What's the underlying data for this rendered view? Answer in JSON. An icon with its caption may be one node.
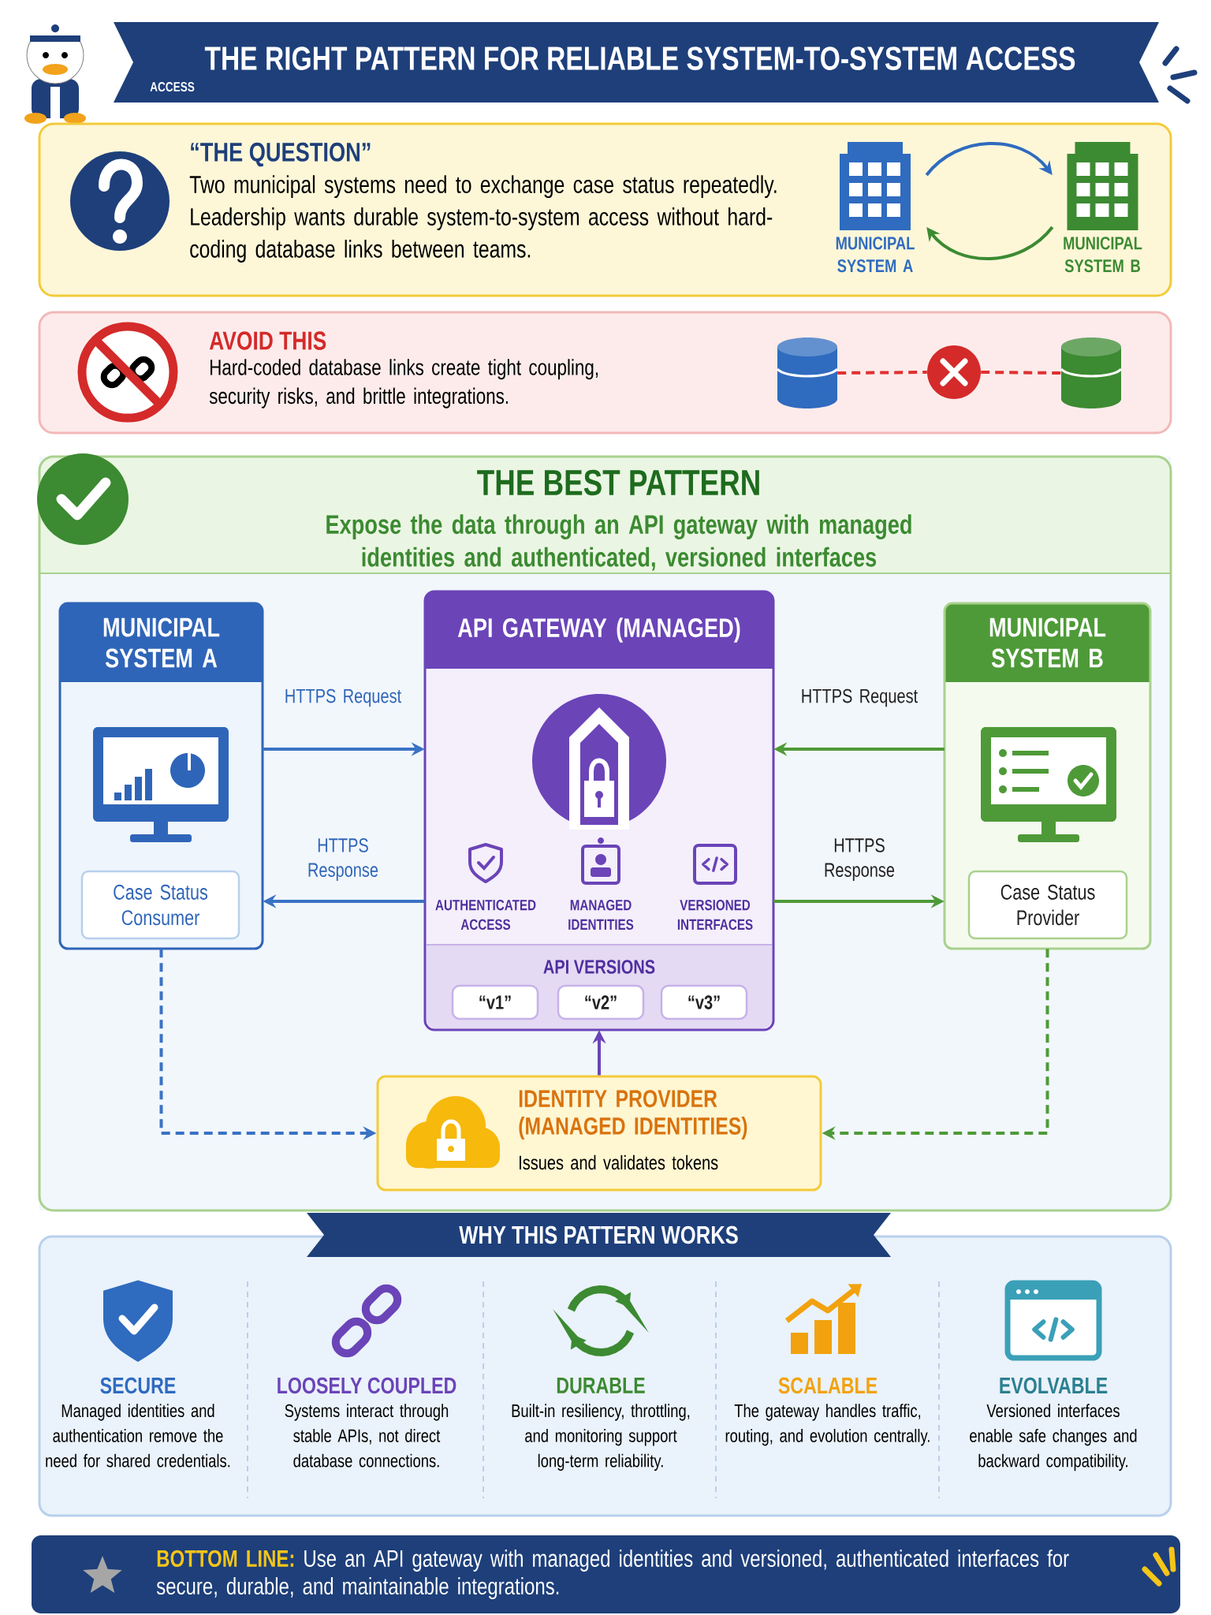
{
  "diagram": {
    "nodes": [
      {
        "text": [
          "THE RIGHT PATTERN FOR RELIABLE SYSTEM-TO-SYSTEM ACCESS"
        ]
      },
      {
        "text": [
          "“THE QUESTION”",
          "Two municipal systems need to exchange case status repeatedly. Leadership wants durable system-to-system access without hard-coding database links between teams."
        ]
      },
      {
        "text": [
          "MUNICIPAL SYSTEM A"
        ],
        "in": 1
      },
      {
        "text": [
          "MUNICIPAL SYSTEM B"
        ],
        "in": 1
      },
      {
        "text": [
          "AVOID THIS",
          "Hard-coded database links create tight coupling, security risks, and brittle integrations."
        ]
      },
      {
        "text": [],
        "shape": "cylinder",
        "in": 4
      },
      {
        "text": [],
        "shape": "circle",
        "in": 4
      },
      {
        "text": [],
        "shape": "cylinder",
        "in": 4
      },
      {
        "text": [
          "THE BEST PATTERN",
          "Expose the data through an API gateway with managed identities and authenticated, versioned interfaces"
        ]
      },
      {
        "text": [
          "MUNICIPAL SYSTEM A"
        ],
        "in": 8
      },
      {
        "text": [
          "Case Status Consumer"
        ],
        "in": 9
      },
      {
        "text": [
          "API GATEWAY (MANAGED)"
        ],
        "in": 8
      },
      {
        "text": [
          "API VERSIONS"
        ],
        "in": 11
      },
      {
        "text": [
          "“v1”"
        ],
        "in": 12
      },
      {
        "text": [
          "“v2”"
        ],
        "in": 12
      },
      {
        "text": [
          "“v3”"
        ],
        "in": 12
      },
      {
        "text": [
          "MUNICIPAL SYSTEM B"
        ],
        "in": 8
      },
      {
        "text": [
          "Case Status Provider"
        ],
        "in": 16
      },
      {
        "text": [
          "IDENTITY PROVIDER (MANAGED IDENTITIES)",
          "Issues and validates tokens"
        ],
        "in": 8
      },
      {
        "text": [
          "WHY THIS PATTERN WORKS"
        ]
      },
      {
        "text": [
          "BOTTOM LINE:",
          "Use an API gateway with managed identities and versioned, authenticated interfaces for secure, durable, and maintainable integrations."
        ]
      }
    ],
    "edges": [
      {
        "from": 2,
        "to": 3,
        "arrow": "to",
        "color": "#2f6bbf"
      },
      {
        "from": 3,
        "to": 2,
        "arrow": "to",
        "color": "#3c8a32"
      },
      {
        "from": 5,
        "to": 6,
        "arrow": "none",
        "style": "dashed",
        "color": "#e03030"
      },
      {
        "from": 6,
        "to": 7,
        "arrow": "none",
        "style": "dashed",
        "color": "#e03030"
      },
      {
        "from": 9,
        "to": 11,
        "arrow": "to",
        "label": "HTTPS Request",
        "color": "#3a72c4"
      },
      {
        "from": 11,
        "to": 9,
        "arrow": "to",
        "label": "HTTPS Response",
        "color": "#3a72c4"
      },
      {
        "from": 16,
        "to": 11,
        "arrow": "to",
        "label": "HTTPS Request",
        "color": "#4e9a38"
      },
      {
        "from": 11,
        "to": 16,
        "arrow": "to",
        "label": "HTTPS Response",
        "color": "#4e9a38"
      },
      {
        "from": 18,
        "to": 11,
        "arrow": "to",
        "color": "#6b44b8"
      },
      {
        "from": 9,
        "to": 18,
        "arrow": "to",
        "style": "dashed",
        "color": "#3a72c4"
      },
      {
        "from": 16,
        "to": 18,
        "arrow": "to",
        "style": "dashed",
        "color": "#4e9a38"
      }
    ],
    "labels": [
      "ACCESS",
      "AUTHENTICATED ACCESS",
      "MANAGED IDENTITIES",
      "VERSIONED INTERFACES",
      "SECURE",
      "Managed identities and authentication remove the need for shared credentials.",
      "LOOSELY COUPLED",
      "Systems interact through stable APIs, not direct database connections.",
      "DURABLE",
      "Built-in resiliency, throttling, and monitoring support long-term reliability.",
      "SCALABLE",
      "The gateway handles traffic, routing, and evolution centrally.",
      "EVOLVABLE",
      "Versioned interfaces enable safe changes and backward compatibility."
    ]
  }
}
